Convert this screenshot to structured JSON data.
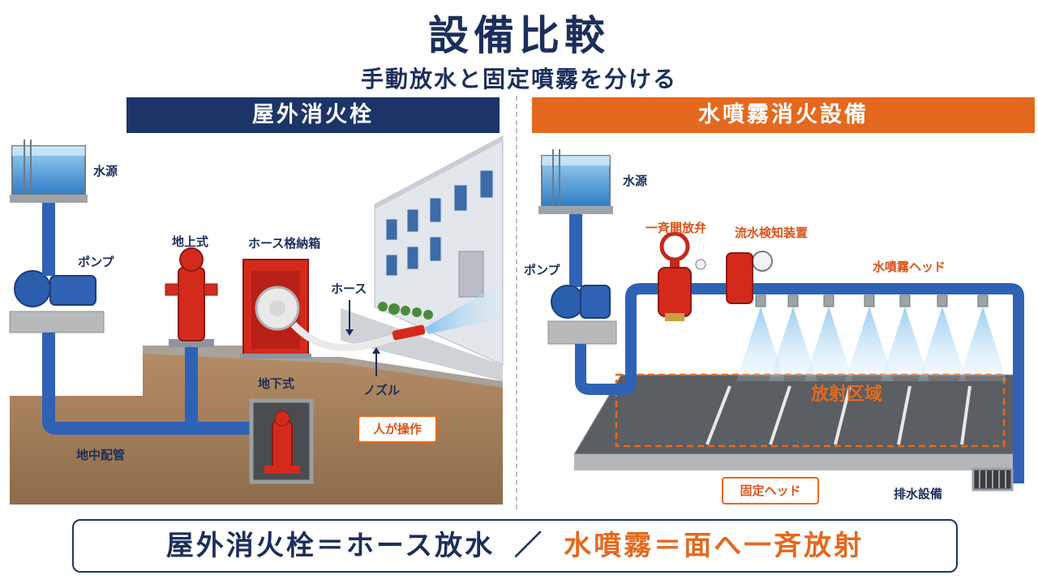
{
  "title": "設備比較",
  "subtitle": "手動放水と固定噴霧を分ける",
  "left_panel": {
    "banner": "屋外消火栓",
    "labels": {
      "water_source": "水源",
      "pump": "ポンプ",
      "above_ground": "地上式",
      "hose_box": "ホース格納箱",
      "hose": "ホース",
      "nozzle": "ノズル",
      "underground": "地下式",
      "underground_piping": "地中配管",
      "operated_by_person": "人が操作"
    }
  },
  "right_panel": {
    "banner": "水噴霧消火設備",
    "labels": {
      "water_source": "水源",
      "pump": "ポンプ",
      "deluge_valve": "一斉開放弁",
      "flow_detector": "流水検知装置",
      "spray_head": "水噴霧ヘッド",
      "discharge_area": "放射区域",
      "fixed_head": "固定ヘッド",
      "drainage": "排水設備"
    }
  },
  "summary": {
    "left": "屋外消火栓＝ホース放水",
    "separator": "／",
    "right": "水噴霧＝面へ一斉放射"
  },
  "colors": {
    "navy": "#1c3468",
    "orange": "#e4691e",
    "pipe_blue": "#2f62b5",
    "hydrant_red": "#d42a1c"
  }
}
